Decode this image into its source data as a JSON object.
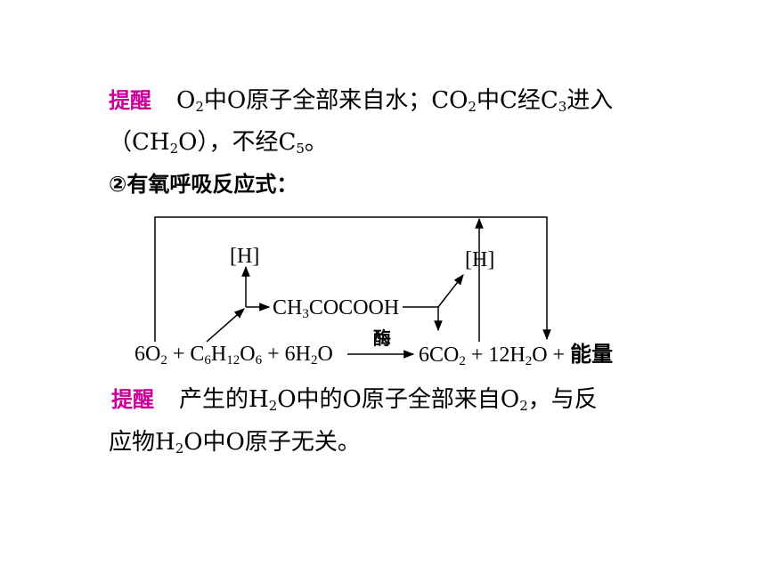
{
  "note1": {
    "tip": "提醒",
    "l1": {
      "a": "O",
      "b": "2",
      "c": "中O原子全部来自水；CO",
      "d": "2",
      "e": "中C经C",
      "f": "3",
      "g": "进入"
    },
    "l2": {
      "a": "（CH",
      "b": "2",
      "c": "O），不经C",
      "d": "5",
      "e": "。"
    }
  },
  "heading": "②有氧呼吸反应式：",
  "diagram": {
    "h_left": "[H]",
    "h_right": "[H]",
    "intermediate": {
      "a": "CH",
      "b": "3",
      "c": "COCOOH"
    },
    "enzyme": "酶",
    "reactants": {
      "a": "6O",
      "b": "2",
      "c": " + C",
      "d": "6",
      "e": "H",
      "f": "12",
      "g": "O",
      "h": "6",
      "i": " + 6H",
      "j": "2",
      "k": "O"
    },
    "products": {
      "a": "6CO",
      "b": "2",
      "c": " + 12H",
      "d": "2",
      "e": "O + ",
      "f": "能量"
    }
  },
  "note2": {
    "tip": "提醒",
    "l1": {
      "a": "产生的H",
      "b": "2",
      "c": "O中的O原子全部来自O",
      "d": "2",
      "e": "，与反"
    },
    "l2": {
      "a": "应物H",
      "b": "2",
      "c": "O中O原子无关。"
    }
  }
}
